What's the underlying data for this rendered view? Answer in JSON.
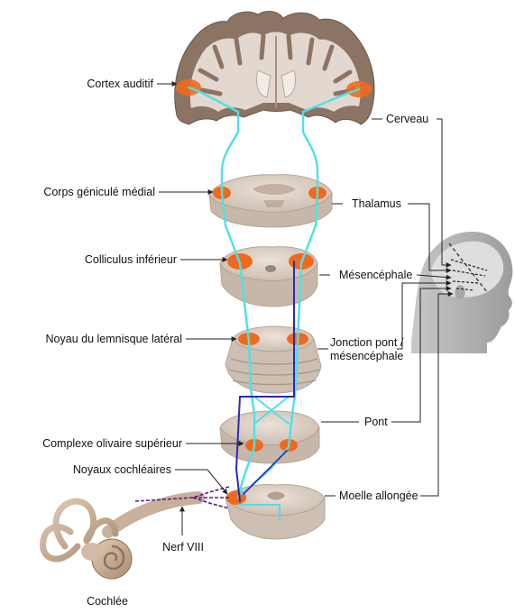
{
  "labels": {
    "cortex_auditif": "Cortex auditif",
    "corps_genicule": "Corps géniculé médial",
    "colliculus": "Colliculus inférieur",
    "noyau_lemnisque": "Noyau du lemnisque latéral",
    "complexe_olivaire": "Complexe olivaire supérieur",
    "noyaux_cochleaires": "Noyaux cochléaires",
    "nerf_viii": "Nerf VIII",
    "cochlee": "Cochlée",
    "cerveau": "Cerveau",
    "thalamus": "Thalamus",
    "mesencephale": "Mésencéphale",
    "jonction_line1": "Jonction pont /",
    "jonction_line2": "mésencéphale",
    "pont": "Pont",
    "moelle": "Moelle allongée"
  },
  "colors": {
    "pathway_ipsilateral": "#4ee0e6",
    "pathway_contralateral": "#2a2ab8",
    "nerve_purple": "#5a1a8a",
    "nucleus_orange": "#f06a1e",
    "grey_matter": "#8a7262",
    "white_matter": "#ddd0c6",
    "brainstem_tissue": "#e2d6cc",
    "head_silhouette": "#b0b0b0",
    "cochlea": "#c8b09a",
    "label_text": "#111111",
    "leader_line": "#222222"
  }
}
